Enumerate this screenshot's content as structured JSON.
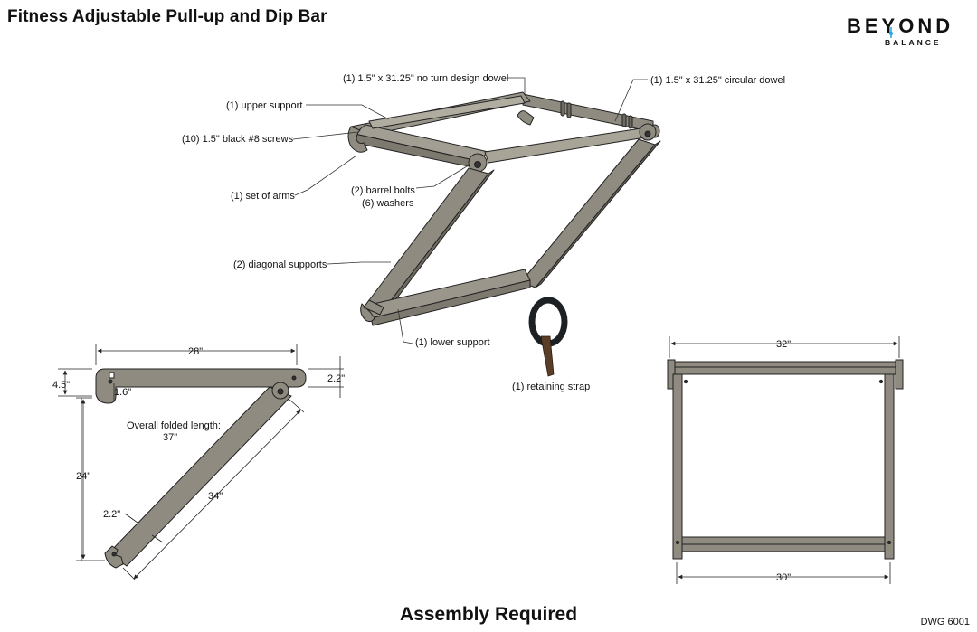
{
  "title": "Fitness Adjustable Pull-up and Dip Bar",
  "logo": {
    "word1": "BEYOND",
    "word2": "BALANCE",
    "accent_color": "#29a9e0"
  },
  "footer": "Assembly Required",
  "drawing_number": "DWG 6001",
  "callouts": {
    "no_turn_dowel": "(1) 1.5\" x 31.25\" no turn design dowel",
    "circular_dowel": "(1) 1.5\" x 31.25\" circular dowel",
    "upper_support": "(1) upper support",
    "screws": "(10) 1.5\" black #8 screws",
    "arms": "(1) set of arms",
    "barrel_bolts": "(2) barrel bolts",
    "washers": "(6) washers",
    "diagonal_supports": "(2) diagonal supports",
    "lower_support": "(1) lower support",
    "retaining_strap": "(1) retaining strap"
  },
  "side_view": {
    "length_top": "28\"",
    "height_left": "4.5\"",
    "slot": "1.6\"",
    "bar_thickness": "2.2\"",
    "overall_label": "Overall folded length:",
    "overall_value": "37\"",
    "height_total": "24\"",
    "diagonal_length": "34\"",
    "diagonal_thickness": "2.2\""
  },
  "front_view": {
    "top_width": "32\"",
    "bottom_width": "30\""
  },
  "colors": {
    "part_fill": "#8f8b80",
    "part_dark": "#6e6a60",
    "line": "#222222"
  }
}
